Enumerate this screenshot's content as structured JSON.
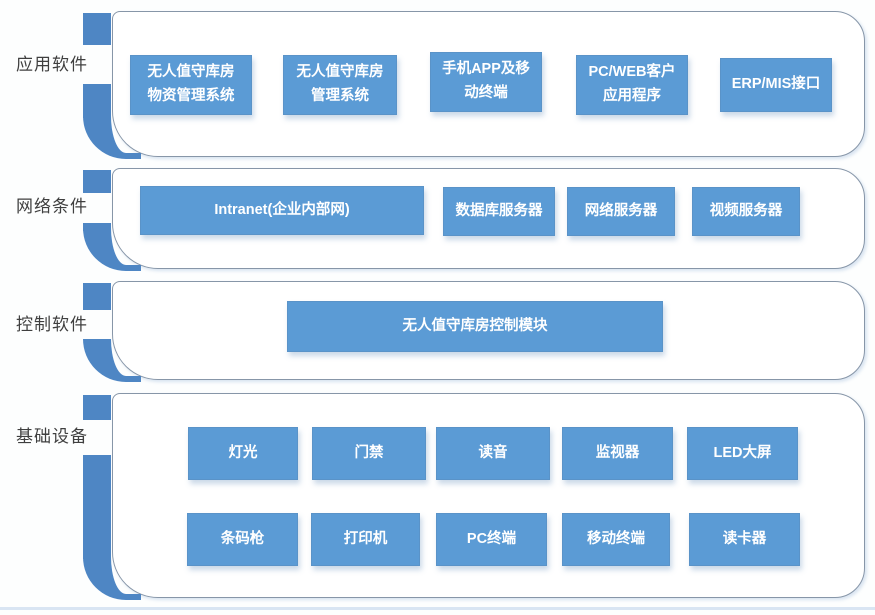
{
  "colors": {
    "box_fill": "#5b9bd5",
    "bar_fill": "#4e86c4",
    "container_border": "#8796a8",
    "label_text": "#3f3f3f",
    "box_text": "#ffffff"
  },
  "bands": [
    {
      "label": "应用软件",
      "boxes": [
        {
          "text": "无人值守库房\n物资管理系统"
        },
        {
          "text": "无人值守库房\n管理系统"
        },
        {
          "text": "手机APP及移\n动终端"
        },
        {
          "text": "PC/WEB客户\n应用程序"
        },
        {
          "text": "ERP/MIS接口"
        }
      ]
    },
    {
      "label": "网络条件",
      "boxes": [
        {
          "text": "Intranet(企业内部网)"
        },
        {
          "text": "数据库服务器"
        },
        {
          "text": "网络服务器"
        },
        {
          "text": "视频服务器"
        }
      ]
    },
    {
      "label": "控制软件",
      "boxes": [
        {
          "text": "无人值守库房控制模块"
        }
      ]
    },
    {
      "label": "基础设备",
      "boxes": [
        {
          "text": "灯光"
        },
        {
          "text": "门禁"
        },
        {
          "text": "读音"
        },
        {
          "text": "监视器"
        },
        {
          "text": "LED大屏"
        },
        {
          "text": "条码枪"
        },
        {
          "text": "打印机"
        },
        {
          "text": "PC终端"
        },
        {
          "text": "移动终端"
        },
        {
          "text": "读卡器"
        }
      ]
    }
  ]
}
